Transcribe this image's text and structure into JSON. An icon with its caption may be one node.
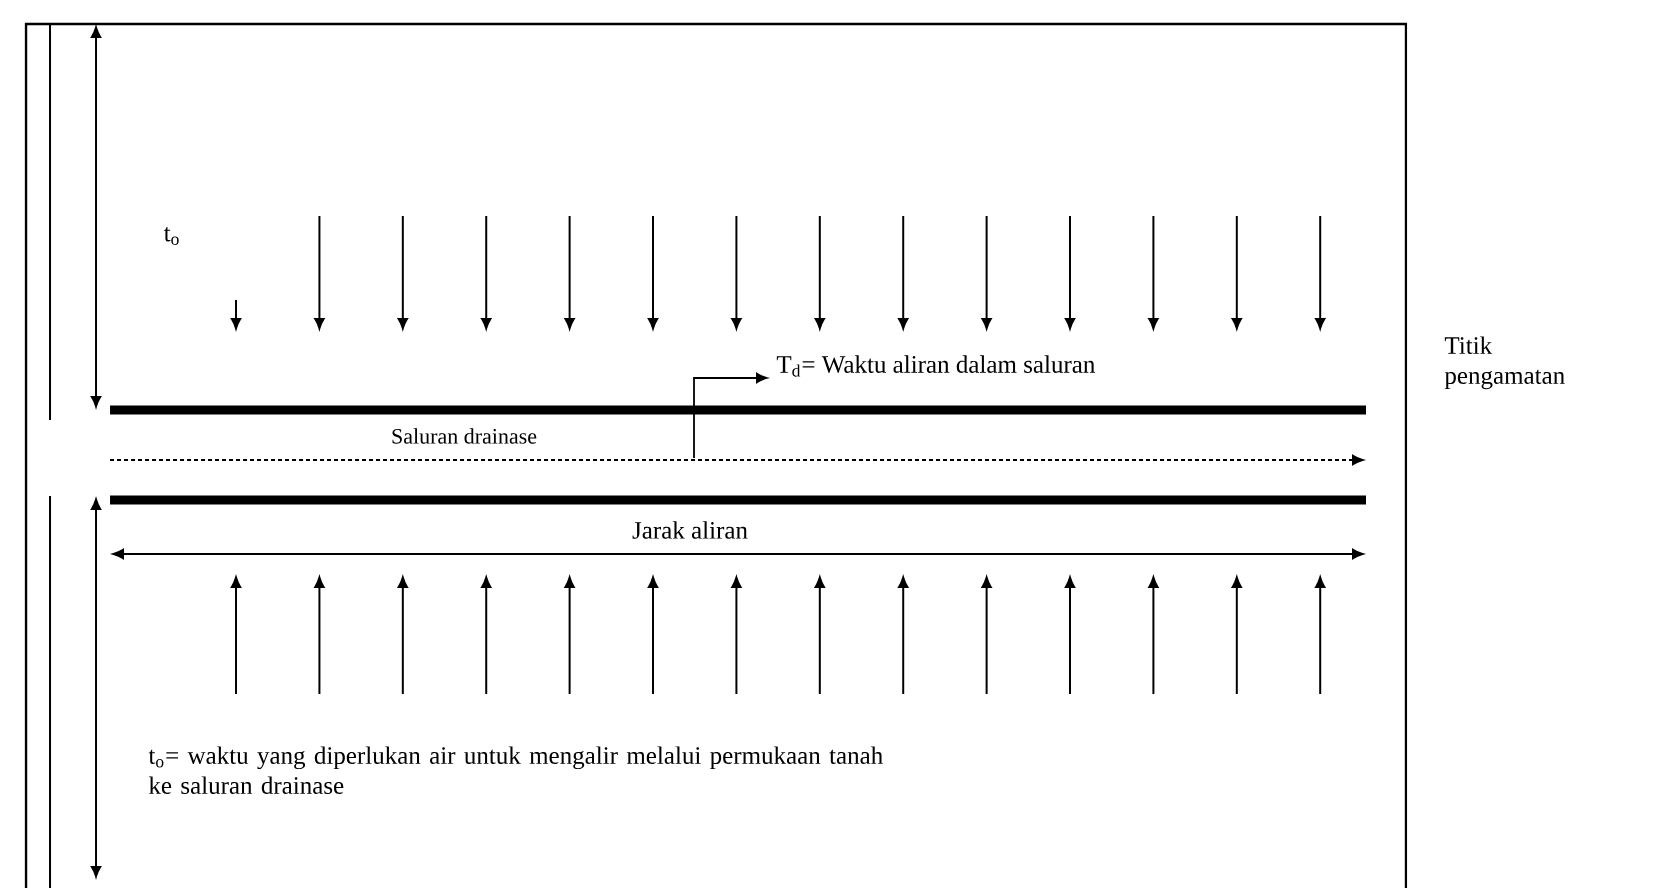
{
  "diagram": {
    "labels": [
      "t$_{o}$",
      "T$_{d}$= Waktu aliran dalam saluran",
      "Titik pengamatan",
      "Saluran drainase",
      "Jarak aliran",
      "t$_{o}$= waktu yang diperlukan air untuk mengalir melalui permukaan tanah ke saluran drainase"
    ]
  }
}
